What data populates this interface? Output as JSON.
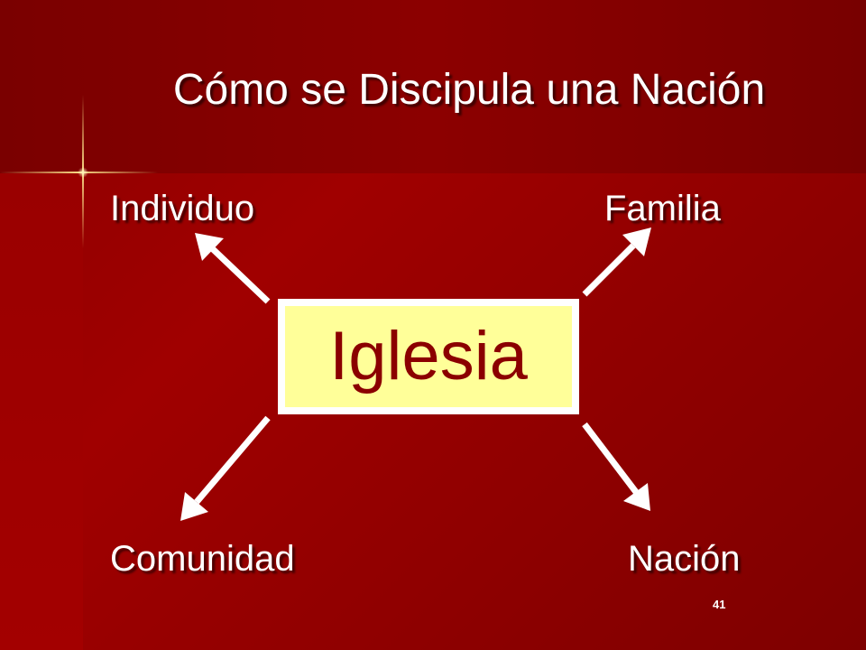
{
  "slide": {
    "title": "Cómo se Discipula una Nación",
    "center": "Iglesia",
    "nodes": {
      "top_left": "Individuo",
      "top_right": "Familia",
      "bottom_left": "Comunidad",
      "bottom_right": "Nación"
    },
    "page_number": "41"
  },
  "colors": {
    "background": "#9a0000",
    "center_fill": "#ffff99",
    "center_text": "#8b0000",
    "text": "#ffffff",
    "arrow": "#ffffff"
  }
}
